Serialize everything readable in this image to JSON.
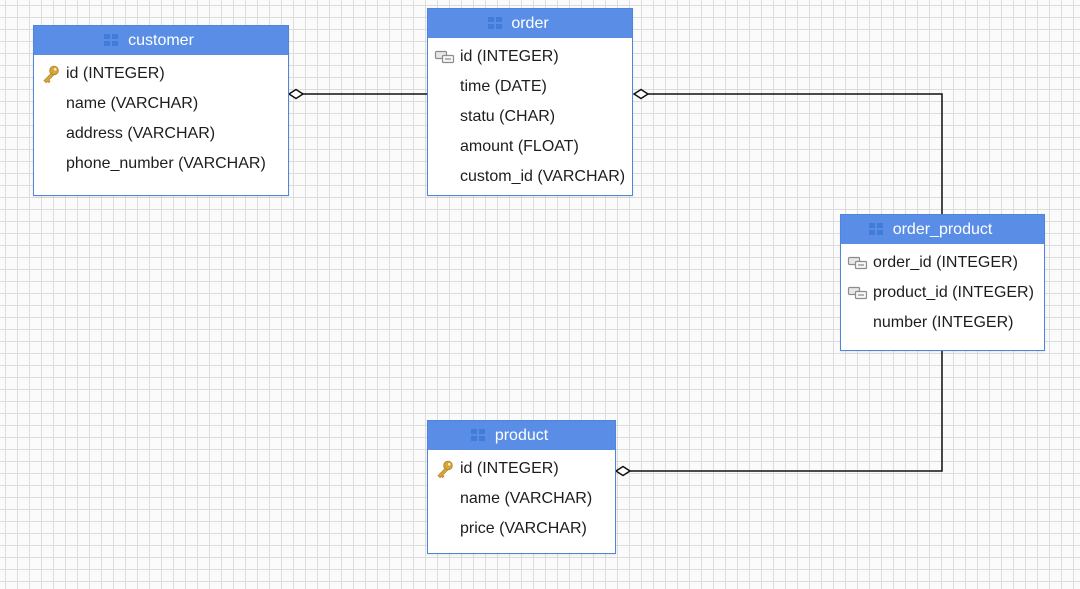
{
  "entities": {
    "customer": {
      "title": "customer",
      "attributes": [
        {
          "label": "id (INTEGER)",
          "icon": "key-icon"
        },
        {
          "label": "name (VARCHAR)",
          "icon": ""
        },
        {
          "label": "address (VARCHAR)",
          "icon": ""
        },
        {
          "label": "phone_number (VARCHAR)",
          "icon": ""
        }
      ]
    },
    "order": {
      "title": "order",
      "attributes": [
        {
          "label": "id (INTEGER)",
          "icon": "foreign-key-icon"
        },
        {
          "label": "time (DATE)",
          "icon": ""
        },
        {
          "label": "statu (CHAR)",
          "icon": ""
        },
        {
          "label": "amount (FLOAT)",
          "icon": ""
        },
        {
          "label": "custom_id (VARCHAR)",
          "icon": ""
        }
      ]
    },
    "order_product": {
      "title": "order_product",
      "attributes": [
        {
          "label": "order_id (INTEGER)",
          "icon": "foreign-key-icon"
        },
        {
          "label": "product_id (INTEGER)",
          "icon": "foreign-key-icon"
        },
        {
          "label": "number (INTEGER)",
          "icon": ""
        }
      ]
    },
    "product": {
      "title": "product",
      "attributes": [
        {
          "label": "id (INTEGER)",
          "icon": "key-icon"
        },
        {
          "label": "name (VARCHAR)",
          "icon": ""
        },
        {
          "label": "price (VARCHAR)",
          "icon": ""
        }
      ]
    }
  },
  "relationships": [
    {
      "from": "customer",
      "to": "order"
    },
    {
      "from": "order",
      "to": "order_product"
    },
    {
      "from": "product",
      "to": "order_product"
    }
  ],
  "colors": {
    "header": "#5a8ee6",
    "border": "#4f86dd",
    "key": "#d7a63a",
    "fk": "#8c8c8c",
    "line": "#111111"
  }
}
